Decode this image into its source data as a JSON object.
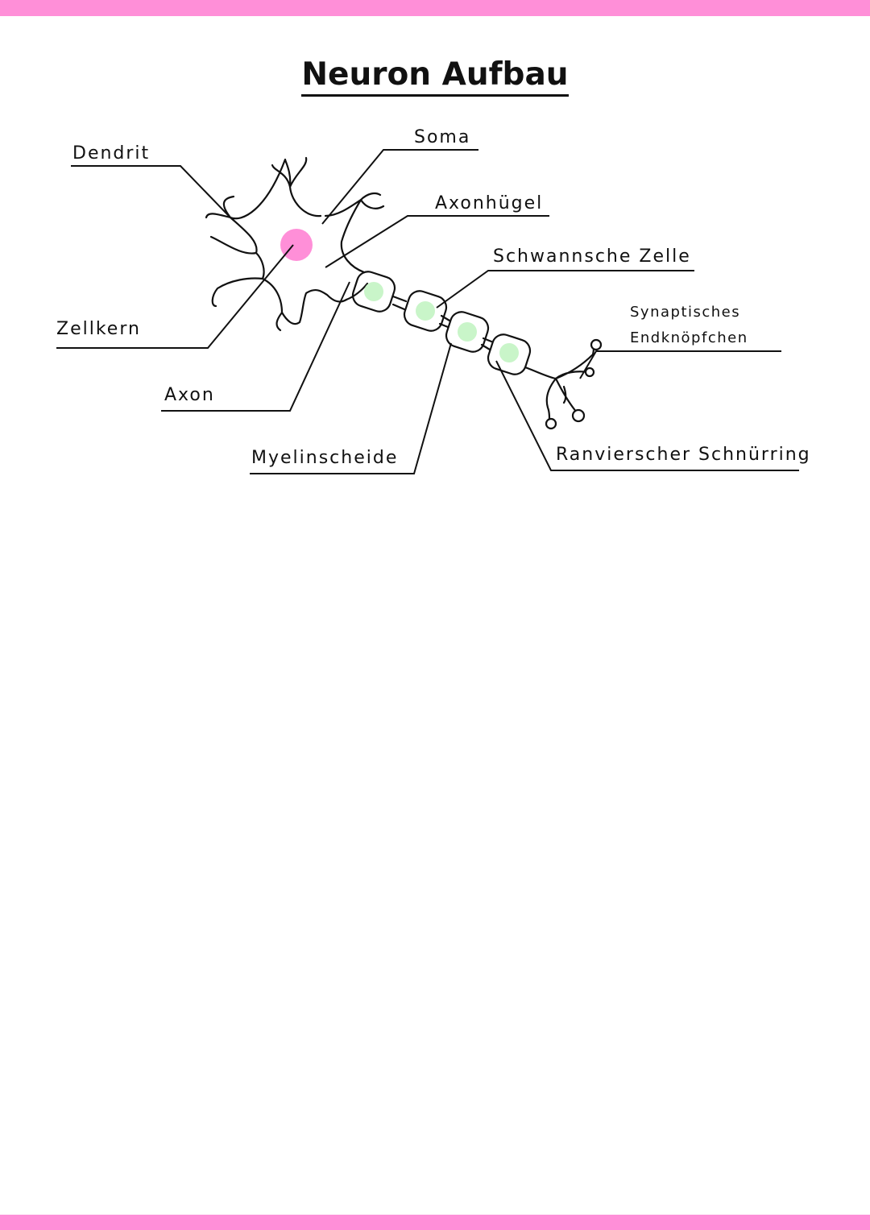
{
  "title": "Neuron Aufbau",
  "colors": {
    "accent_bar": "#ff8fd8",
    "nucleus": "#ff8fd8",
    "schwann_nucleus": "#c9f5c9",
    "ink": "#111111"
  },
  "labels": {
    "dendrit": "Dendrit",
    "soma": "Soma",
    "axonhuegel": "Axonhügel",
    "schwannsche_zelle": "Schwannsche Zelle",
    "synaptisches": "Synaptisches",
    "endknoepfchen": "Endknöpfchen",
    "zellkern": "Zellkern",
    "axon": "Axon",
    "myelinscheide": "Myelinscheide",
    "ranvierscher_schnuerring": "Ranvierscher Schnürring"
  }
}
